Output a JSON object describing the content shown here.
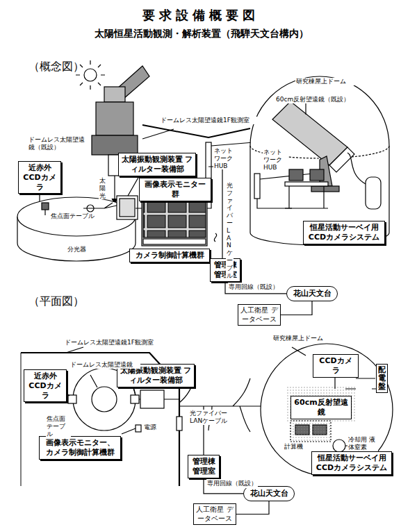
{
  "diagram": {
    "title": "要求設備概要図",
    "nodes": [
      {
        "text": [
          "近赤外 CCDカメラ"
        ]
      },
      {
        "text": [
          "太陽振動観測装置 フィルター装備部"
        ]
      },
      {
        "text": [
          "画像表示モニター群"
        ]
      },
      {
        "text": [
          "カメラ制御計算機群"
        ]
      },
      {
        "text": [
          "恒星活動サーベイ用 CCDカメラシステム"
        ]
      },
      {
        "text": [
          "管理棟 管理室"
        ]
      },
      {
        "text": [
          "花山天文台"
        ]
      },
      {
        "text": [
          "人工衛星 データベース"
        ]
      },
      {
        "text": [
          "近赤外 CCDカメラ"
        ]
      },
      {
        "text": [
          "太陽振動観測装置 フィルター装備部"
        ]
      },
      {
        "text": [
          "画像表示モニター、 カメラ制御計算機群"
        ]
      },
      {
        "text": [
          "CCDカメラ"
        ]
      },
      {
        "text": [
          "60cm反射望遠鏡"
        ]
      },
      {
        "text": [
          "配電盤"
        ]
      },
      {
        "text": [
          "恒星活動サーベイ用 CCDカメラシステム"
        ]
      },
      {
        "text": [
          "管理棟 管理室"
        ]
      },
      {
        "text": [
          "花山天文台"
        ]
      },
      {
        "text": [
          "人工衛星 データベース"
        ]
      }
    ],
    "edges": [
      {
        "from": 5,
        "to": 6,
        "label": "専用回線（既設）",
        "arrow": "none"
      },
      {
        "from": 7,
        "to": 6,
        "arrow": "none"
      },
      {
        "from": 15,
        "to": 16,
        "label": "専用回線（既設）",
        "arrow": "none"
      },
      {
        "from": 17,
        "to": 16,
        "arrow": "none"
      }
    ],
    "labels": [
      "太陽恒星活動観測・解析装置（飛騨天文台構内）",
      "（概念図）",
      "ドームレス太陽望遠鏡（既設）",
      "ドームレス太陽望遠鏡1F観測室",
      "太陽光",
      "焦点面テーブル",
      "分光器",
      "ネットワークHUB",
      "光ファイバーLANケーブル",
      "研究棟屋上ドーム",
      "60cm反射望遠鏡（既設）",
      "ネットワークHUB",
      "（平面図）",
      "ドームレス太陽望遠鏡1F観測室",
      "ドームレス太陽望遠鏡",
      "焦点面 テーブル",
      "電源",
      "光ファイバー LANケーブル",
      "研究棟屋上ドーム",
      "冷却用 液体窒素",
      "計算機"
    ]
  }
}
